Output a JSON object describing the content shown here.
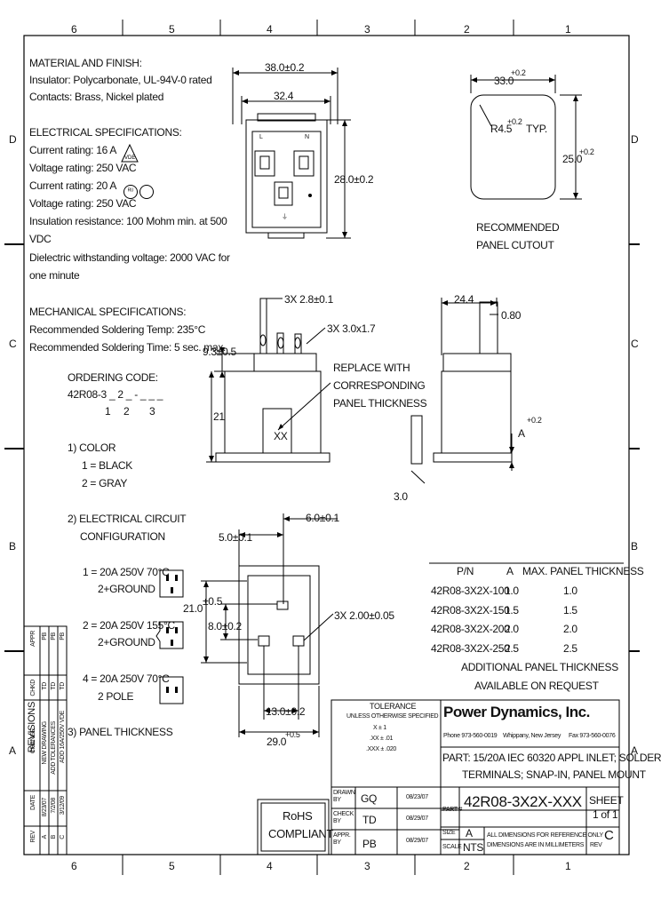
{
  "frame": {
    "top_cols": [
      "6",
      "5",
      "4",
      "3",
      "2",
      "1"
    ],
    "bottom_cols": [
      "6",
      "5",
      "4",
      "3",
      "2",
      "1"
    ],
    "rows": [
      "D",
      "C",
      "B",
      "A"
    ]
  },
  "specs": {
    "material_title": "MATERIAL AND FINISH:",
    "insulator": "Insulator: Polycarbonate, UL-94V-0 rated",
    "contacts": "Contacts: Brass, Nickel plated",
    "electrical_title": "ELECTRICAL SPECIFICATIONS:",
    "current_1": "Current rating: 16 A",
    "voltage_1": "Voltage rating: 250 VAC",
    "current_2": "Current rating: 20 A",
    "voltage_2": "Voltage rating: 250 VAC",
    "insulation_1": "Insulation resistance: 100 Mohm min. at 500",
    "insulation_2": "VDC",
    "dielectric_1": "Dielectric withstanding voltage: 2000 VAC for",
    "dielectric_2": "one minute",
    "mechanical_title": "MECHANICAL SPECIFICATIONS:",
    "solder_temp": "Recommended Soldering Temp: 235°C",
    "solder_time": "Recommended Soldering Time: 5 sec. max."
  },
  "ordering": {
    "title": "ORDERING CODE:",
    "code": "42R08-3 _ 2 _ - _ _ _",
    "idx1": "1",
    "idx2": "2",
    "idx3": "3",
    "color_title": "1) COLOR",
    "black": "1 = BLACK",
    "gray": "2 = GRAY",
    "circuit_title": "2) ELECTRICAL CIRCUIT",
    "circuit_title2": "CONFIGURATION",
    "opt1a": "1 = 20A 250V 70°C",
    "opt1b": "2+GROUND",
    "opt2a": "2 = 20A 250V 155°C",
    "opt2b": "2+GROUND",
    "opt4a": "4 = 20A 250V 70°C",
    "opt4b": "2 POLE",
    "thickness_title": "3) PANEL THICKNESS"
  },
  "dims": {
    "w38": "38.0±0.2",
    "w324": "32.4",
    "h28": "28.0±0.2",
    "cut_w": "33.0",
    "cut_wtol": "+0.2",
    "cut_r": "R4.5",
    "cut_rtol": "+0.2",
    "cut_typ": "TYP.",
    "cut_h": "25.0",
    "cut_htol": "+0.2",
    "cut_label1": "RECOMMENDED",
    "cut_label2": "PANEL CUTOUT",
    "pins_pitch": "3X 2.8±0.1",
    "pins_hole": "3X 3.0x1.7",
    "h93": "9.3±0.5",
    "h21": "21",
    "replace1": "REPLACE WITH",
    "replace2": "CORRESPONDING",
    "replace3": "PANEL THICKNESS",
    "xx": "XX",
    "side_w": "24.4",
    "side_080": "0.80",
    "side_a": "A",
    "side_atol": "+0.2",
    "side_30": "3.0",
    "pcb_60": "6.0±0.1",
    "pcb_50": "5.0±0.1",
    "pcb_210": "21.0",
    "pcb_05": "±0.5",
    "pcb_80": "8.0±0.2",
    "pcb_holes": "3X 2.00±0.05",
    "pcb_130": "13.0±0.2",
    "pcb_290": "29.0",
    "pcb_290tol": "+0.5"
  },
  "pn_table": {
    "headers": [
      "P/N",
      "A",
      "MAX. PANEL THICKNESS"
    ],
    "rows": [
      [
        "42R08-3X2X-100",
        "1.0",
        "1.0"
      ],
      [
        "42R08-3X2X-150",
        "1.5",
        "1.5"
      ],
      [
        "42R08-3X2X-200",
        "2.0",
        "2.0"
      ],
      [
        "42R08-3X2X-250",
        "2.5",
        "2.5"
      ]
    ],
    "note1": "ADDITIONAL PANEL THICKNESS",
    "note2": "AVAILABLE ON REQUEST"
  },
  "title_block": {
    "tolerance": "TOLERANCE",
    "unless": "UNLESS OTHERWISE SPECIFIED",
    "tol_x": "X  ±  1",
    "tol_xx": ".XX  ±  .01",
    "tol_xxx": ".XXX  ±  .020",
    "rohs1": "RoHS",
    "rohs2": "COMPLIANT",
    "company": "Power Dynamics, Inc.",
    "phone": "Phone 973-560-0019",
    "city": "Whippany, New Jersey",
    "fax": "Fax 973-560-0076",
    "part1": "PART: 15/20A IEC 60320 APPL INLET; SOLDER",
    "part2": "TERMINALS; SNAP-IN, PANEL MOUNT",
    "drawn_lbl": "DRAWN BY",
    "drawn_by": "GQ",
    "drawn_date": "08/23/07",
    "check_lbl": "CHECK BY",
    "check_by": "TD",
    "check_date": "08/29/07",
    "appr_lbl": "APPR. BY",
    "appr_by": "PB",
    "appr_date": "08/29/07",
    "part_no_lbl": "PART #",
    "part_no": "42R08-3X2X-XXX",
    "size_lbl": "SIZE",
    "size": "A",
    "scale_lbl": "SCALE",
    "scale": "NTS",
    "sheet_lbl": "SHEET",
    "sheet": "1 of 1",
    "dim_note1": "ALL DIMENSIONS FOR REFERENCE ONLY",
    "dim_note2": "DIMENSIONS ARE IN MILLIMETERS",
    "rev_lbl": "REV",
    "rev": "C"
  },
  "revisions": {
    "title": "REVISIONS",
    "rev_col": "REV",
    "date_col": "DATE",
    "change_col": "CHANGE",
    "chkd_col": "CHKD",
    "appr_col": "APPR",
    "rows": [
      {
        "rev": "A",
        "date": "8/23/07",
        "change": "NEW DRAWING",
        "chkd": "TD",
        "appr": "PB"
      },
      {
        "rev": "B",
        "date": "7/2/08",
        "change": "ADD TOLERANCES",
        "chkd": "TD",
        "appr": "PB"
      },
      {
        "rev": "C",
        "date": "3/12/09",
        "change": "ADD 16A/250V VDE",
        "chkd": "TD",
        "appr": "PB"
      }
    ]
  },
  "marks": {
    "vde": "VDE",
    "glyph_l": "L",
    "glyph_n": "N",
    "glyph_gnd": "⏚",
    "glyph_ul": "ᴿᵁ"
  }
}
